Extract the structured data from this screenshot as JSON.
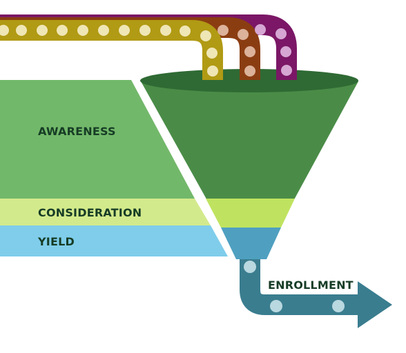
{
  "diagram": {
    "stages": [
      {
        "id": "awareness",
        "label": "AWARENESS",
        "color": "#72b86a"
      },
      {
        "id": "consideration",
        "label": "CONSIDERATION",
        "color": "#d3ea8c"
      },
      {
        "id": "yield",
        "label": "YIELD",
        "color": "#7fcdeb"
      }
    ],
    "outcome": {
      "label": "ENROLLMENT",
      "color": "#3a7d8f"
    },
    "label_color": "#163c25",
    "funnel_colors": {
      "rim": "#2f6a34",
      "body": "#4a8c47",
      "consideration_band": "#bfe360",
      "yield_band": "#4fa0c0"
    },
    "pipe_colors": {
      "gold": "#b19a14",
      "brown": "#8b3d12",
      "purple": "#7b1766"
    }
  }
}
